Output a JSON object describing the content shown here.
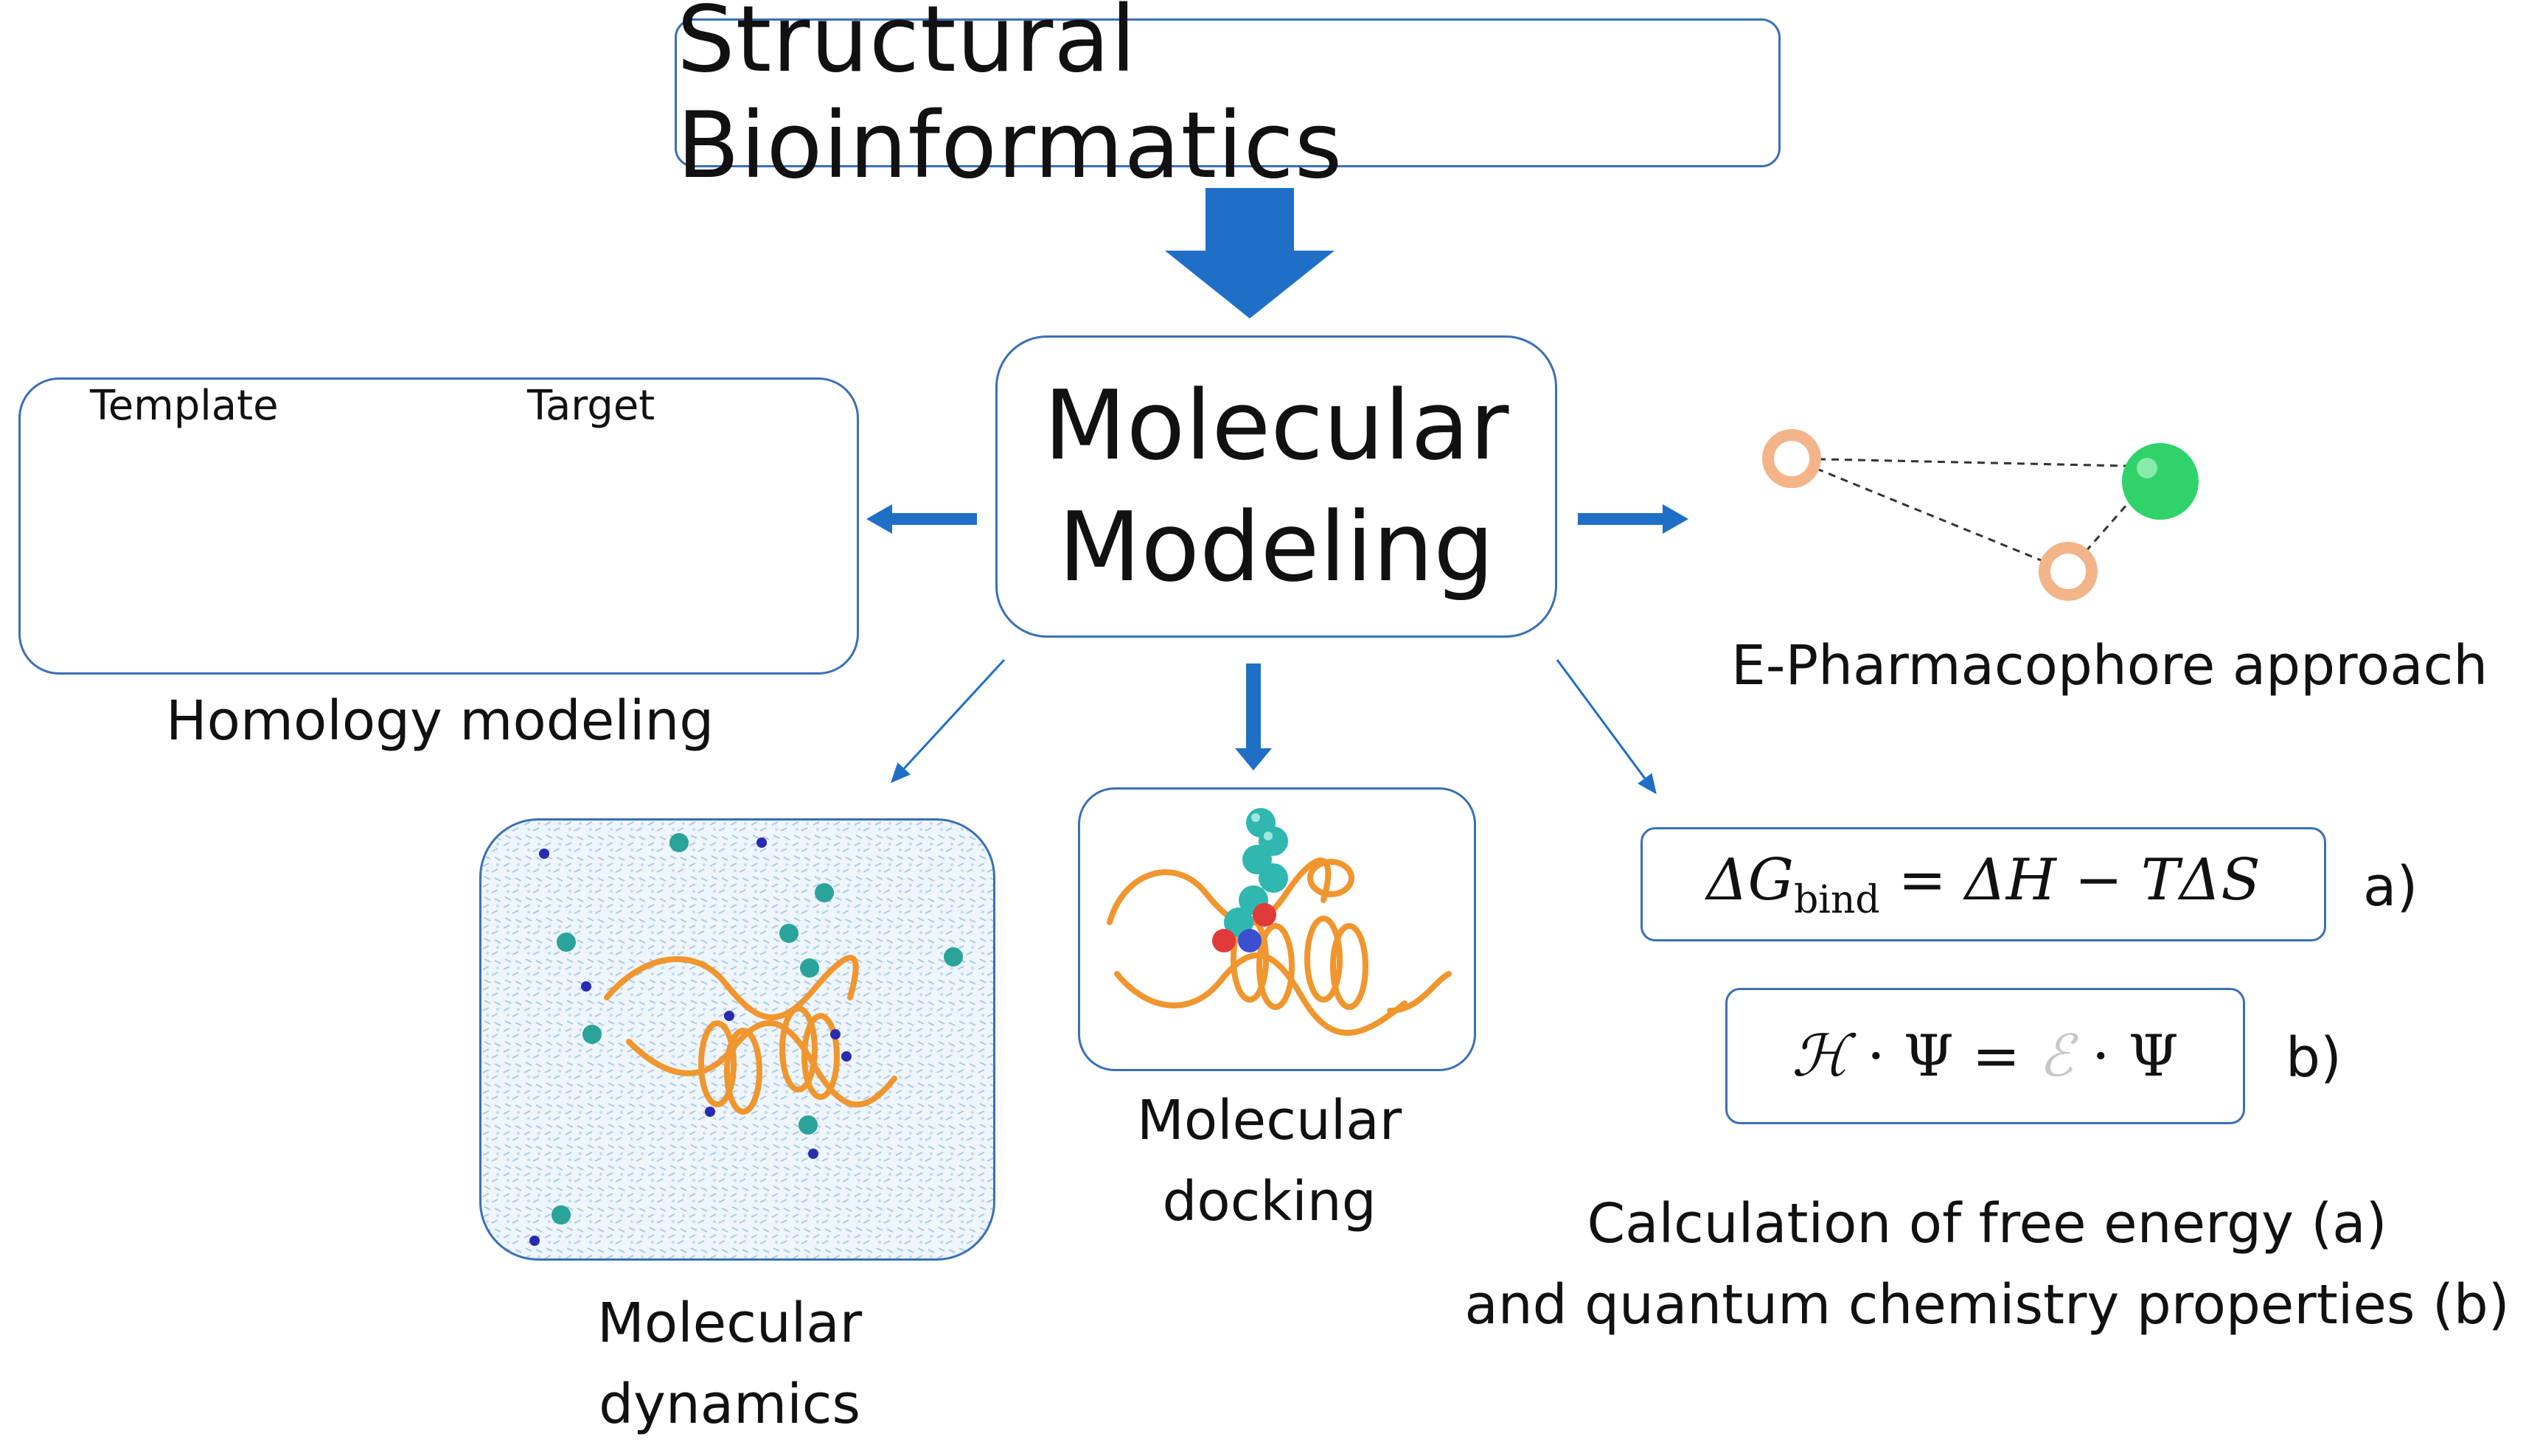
{
  "title": "Structural Bioinformatics",
  "center": {
    "line1": "Molecular",
    "line2": "Modeling"
  },
  "homology": {
    "template_label": "Template",
    "target_label": "Target",
    "caption": "Homology modeling"
  },
  "pharmacophore": {
    "caption": "E-Pharmacophore approach"
  },
  "dynamics": {
    "caption_line1": "Molecular",
    "caption_line2": "dynamics"
  },
  "docking": {
    "caption_line1": "Molecular",
    "caption_line2": "docking"
  },
  "free_energy": {
    "eq_a": {
      "lhs": "ΔG",
      "sub": "bind",
      "rhs": "= ΔH − TΔS",
      "tag": "a)"
    },
    "eq_b": {
      "h": "ℋ",
      "psi": "Ψ",
      "e": "ℰ",
      "tag": "b)"
    },
    "caption_line1": "Calculation of free energy (a)",
    "caption_line2": "and quantum chemistry properties (b)"
  },
  "colors": {
    "box_border": "#3a6fb6",
    "arrow": "#1f6fc6",
    "template_protein": "#6fc46f",
    "target_protein": "#f0962e",
    "green_atom": "#2fd36a",
    "ring_atom": "#f3b48a"
  }
}
